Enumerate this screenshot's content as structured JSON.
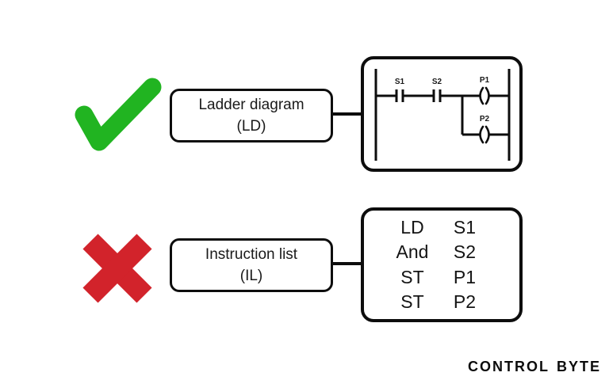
{
  "canvas": {
    "background": "#ffffff"
  },
  "colors": {
    "check_green": "#21b421",
    "cross_red": "#d2232b",
    "ink": "#0d0d0d"
  },
  "comparison": {
    "approved": {
      "verdict_icon": "green-checkmark",
      "label_line1": "Ladder diagram",
      "label_line2": "(LD)",
      "ladder": {
        "contact1_label": "S1",
        "contact2_label": "S2",
        "coil1_label": "P1",
        "coil2_label": "P2"
      }
    },
    "rejected": {
      "verdict_icon": "red-cross",
      "label_line1": "Instruction list",
      "label_line2": "(IL)",
      "instructions": [
        {
          "op": "LD",
          "arg": "S1"
        },
        {
          "op": "And",
          "arg": "S2"
        },
        {
          "op": "ST",
          "arg": "P1"
        },
        {
          "op": "ST",
          "arg": "P2"
        }
      ]
    }
  },
  "logo": {
    "word1": "control",
    "word2": "byte"
  }
}
